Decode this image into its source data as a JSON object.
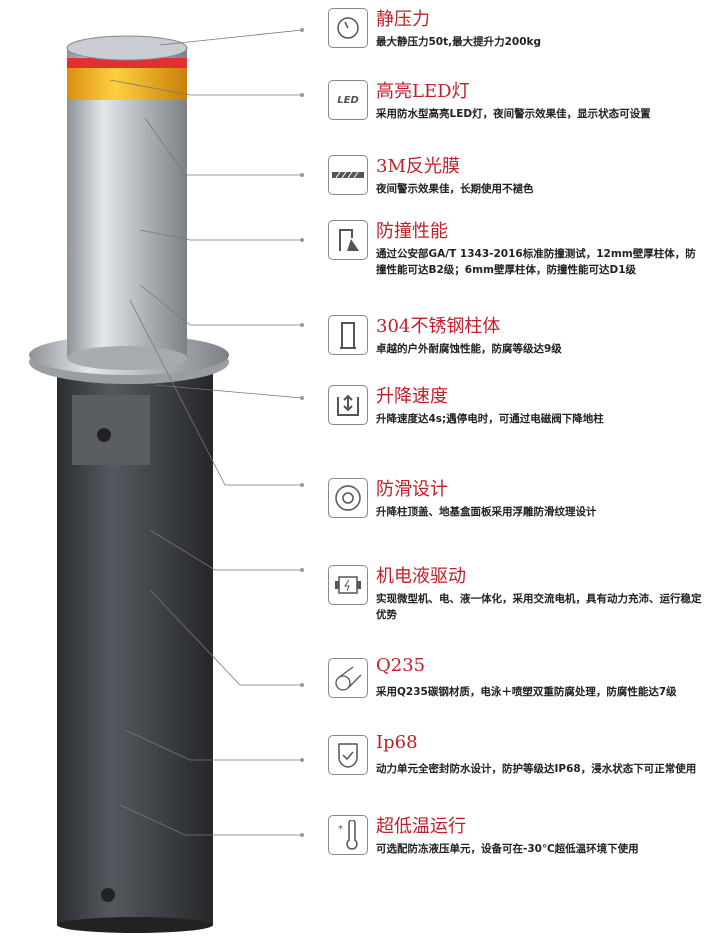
{
  "colors": {
    "title": "#c0202a",
    "text": "#222222",
    "steel": "#b8bcc0",
    "body": "#3a3d42",
    "band_red": "#e03030",
    "band_yellow": "#f2b820"
  },
  "features": [
    {
      "icon": "gauge-icon",
      "title": "静压力",
      "desc": "最大静压力50t,最大提升力200kg"
    },
    {
      "icon": "led-light-icon",
      "title": "高亮LED灯",
      "desc": "采用防水型高亮LED灯，夜间警示效果佳，显示状态可设置"
    },
    {
      "icon": "reflective-film-icon",
      "title": "3M反光膜",
      "desc": "夜间警示效果佳，长期使用不褪色"
    },
    {
      "icon": "crash-icon",
      "title": "防撞性能",
      "desc": "通过公安部GA/T 1343-2016标准防撞测试，12mm壁厚柱体，防撞性能可达B2级；6mm壁厚柱体，防撞性能可达D1级"
    },
    {
      "icon": "pillar-icon",
      "title": "304不锈钢柱体",
      "desc": "卓越的户外耐腐蚀性能，防腐等级达9级"
    },
    {
      "icon": "up-down-arrow-icon",
      "title": "升降速度",
      "desc": "升降速度达4s;遇停电时，可通过电磁阀下降地柱"
    },
    {
      "icon": "anti-slip-icon",
      "title": "防滑设计",
      "desc": "升降柱顶盖、地基盒面板采用浮雕防滑纹理设计"
    },
    {
      "icon": "motor-icon",
      "title": "机电液驱动",
      "desc": "实现微型机、电、液一体化，采用交流电机，具有动力充沛、运行稳定优势"
    },
    {
      "icon": "steel-pipe-icon",
      "title": "Q235",
      "desc": "采用Q235碳钢材质，电泳＋喷塑双重防腐处理，防腐性能达7级"
    },
    {
      "icon": "shield-check-icon",
      "title": "Ip68",
      "desc": "动力单元全密封防水设计，防护等级达IP68，浸水状态下可正常使用"
    },
    {
      "icon": "thermometer-icon",
      "title": "超低温运行",
      "desc": "可选配防冻液压单元，设备可在-30℃超低温环境下使用"
    }
  ]
}
